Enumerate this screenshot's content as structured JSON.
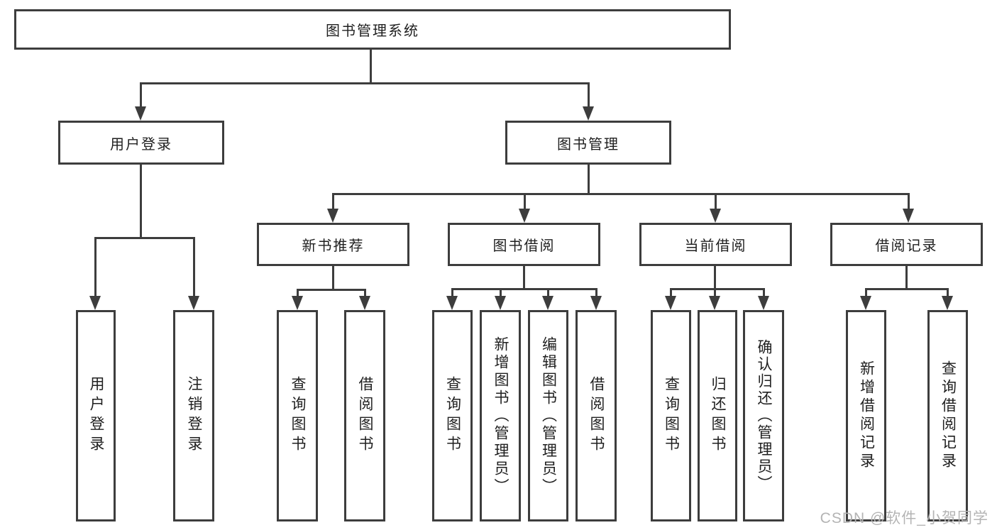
{
  "tree": {
    "root": "图书管理系统",
    "children": [
      {
        "label": "用户登录",
        "children": [
          "用户登录",
          "注销登录"
        ]
      },
      {
        "label": "图书管理",
        "children": [
          {
            "label": "新书推荐",
            "children": [
              "查询图书",
              "借阅图书"
            ]
          },
          {
            "label": "图书借阅",
            "children": [
              "查询图书",
              "新增图书（管理员）",
              "编辑图书（管理员）",
              "借阅图书"
            ]
          },
          {
            "label": "当前借阅",
            "children": [
              "查询图书",
              "归还图书",
              "确认归还（管理员）"
            ]
          },
          {
            "label": "借阅记录",
            "children": [
              "新增借阅记录",
              "查询借阅记录"
            ]
          }
        ]
      }
    ]
  },
  "watermark": {
    "text": "CSDN @软件_小贺同学"
  },
  "colors": {
    "line": "#3d3d3d",
    "text": "#1f1f1f",
    "watermark": "#b4b4b4",
    "background": "#ffffff"
  }
}
